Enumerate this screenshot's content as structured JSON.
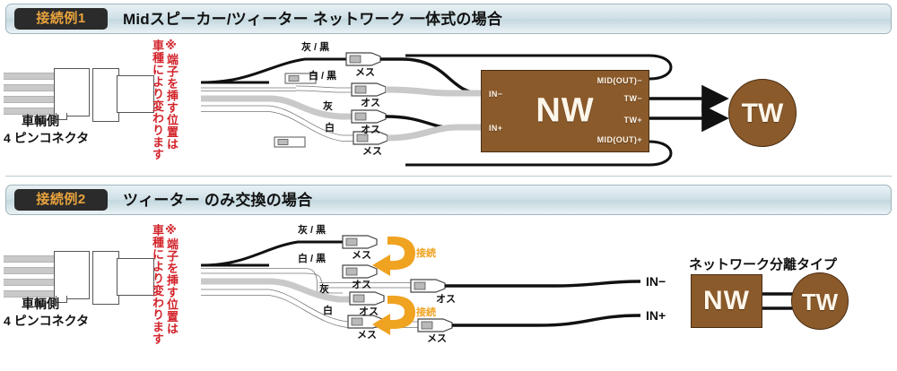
{
  "sections": [
    {
      "badge": "接続例1",
      "title": "Midスピーカー/ツィーター ネットワーク 一体式の場合",
      "connector": {
        "line1": "車輌側",
        "line2": "4 ピンコネクタ"
      },
      "caution": {
        "col_right": "※端子を挿す位置は",
        "col_left": "車種により変わります"
      },
      "wires": [
        {
          "color_label": "灰 / 黒",
          "terminal": "メス"
        },
        {
          "color_label": "白 / 黒",
          "terminal": "オス"
        },
        {
          "color_label": "灰",
          "terminal": "オス"
        },
        {
          "color_label": "白",
          "terminal": "メス"
        }
      ],
      "module": {
        "name": "NW",
        "ports_left": [
          "IN−",
          "IN+"
        ],
        "ports_right": [
          "MID(OUT)−",
          "TW−",
          "TW+",
          "MID(OUT)+"
        ]
      },
      "speaker": {
        "name": "TW"
      }
    },
    {
      "badge": "接続例2",
      "title": "ツィーター のみ交換の場合",
      "connector": {
        "line1": "車輌側",
        "line2": "4 ピンコネクタ"
      },
      "caution": {
        "col_right": "※端子を挿す位置は",
        "col_left": "車種により変わります"
      },
      "wires": [
        {
          "color_label": "灰 / 黒",
          "terminal": "メス"
        },
        {
          "color_label": "白 / 黒",
          "terminal": "オス"
        },
        {
          "color_label": "灰",
          "terminal": "オス"
        },
        {
          "color_label": "白",
          "terminal": "メス"
        }
      ],
      "extra_terminals": [
        {
          "terminal": "オス"
        },
        {
          "terminal": "メス"
        }
      ],
      "connect_arrows": [
        {
          "label": "接続"
        },
        {
          "label": "接続"
        }
      ],
      "input_labels": [
        "IN−",
        "IN+"
      ],
      "separate_type": {
        "caption": "ネットワーク分離タイプ",
        "module_name": "NW",
        "speaker_name": "TW"
      }
    }
  ],
  "colors": {
    "module_brown": "#8b5a2b",
    "badge_orange": "#e8a33d",
    "caution_red": "#d2232a",
    "arrow_orange": "#efa321",
    "header_blue": "#cfe0e6",
    "wire_gray": "#c9c9c9",
    "wire_black": "#111111"
  }
}
